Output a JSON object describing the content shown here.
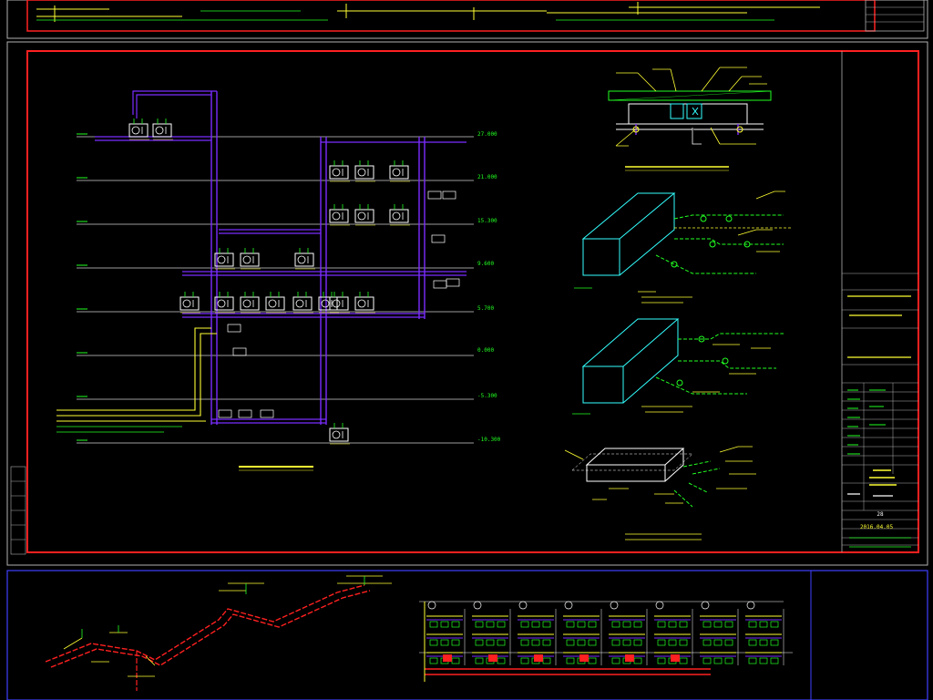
{
  "levels": [
    {
      "name": "level-27",
      "label": "27.000"
    },
    {
      "name": "level-21",
      "label": "21.000"
    },
    {
      "name": "level-15",
      "label": "15.300"
    },
    {
      "name": "level-9",
      "label": "9.600"
    },
    {
      "name": "level-5",
      "label": "5.700"
    },
    {
      "name": "level-0",
      "label": "0.000"
    },
    {
      "name": "level-neg5",
      "label": "-5.300"
    },
    {
      "name": "level-neg10",
      "label": "-10.300"
    }
  ],
  "title_block": {
    "date": "2016.04.05",
    "sheet": "28"
  },
  "colors": {
    "frame_red": "#ff2020",
    "frame_gray": "#b0b0b0",
    "frame_blue": "#4040ff",
    "pipe_purple": "#7a2cff",
    "dim_green": "#22ff22",
    "text_yellow": "#ffff33",
    "text_cyan": "#33ffff",
    "white": "#ffffff"
  }
}
